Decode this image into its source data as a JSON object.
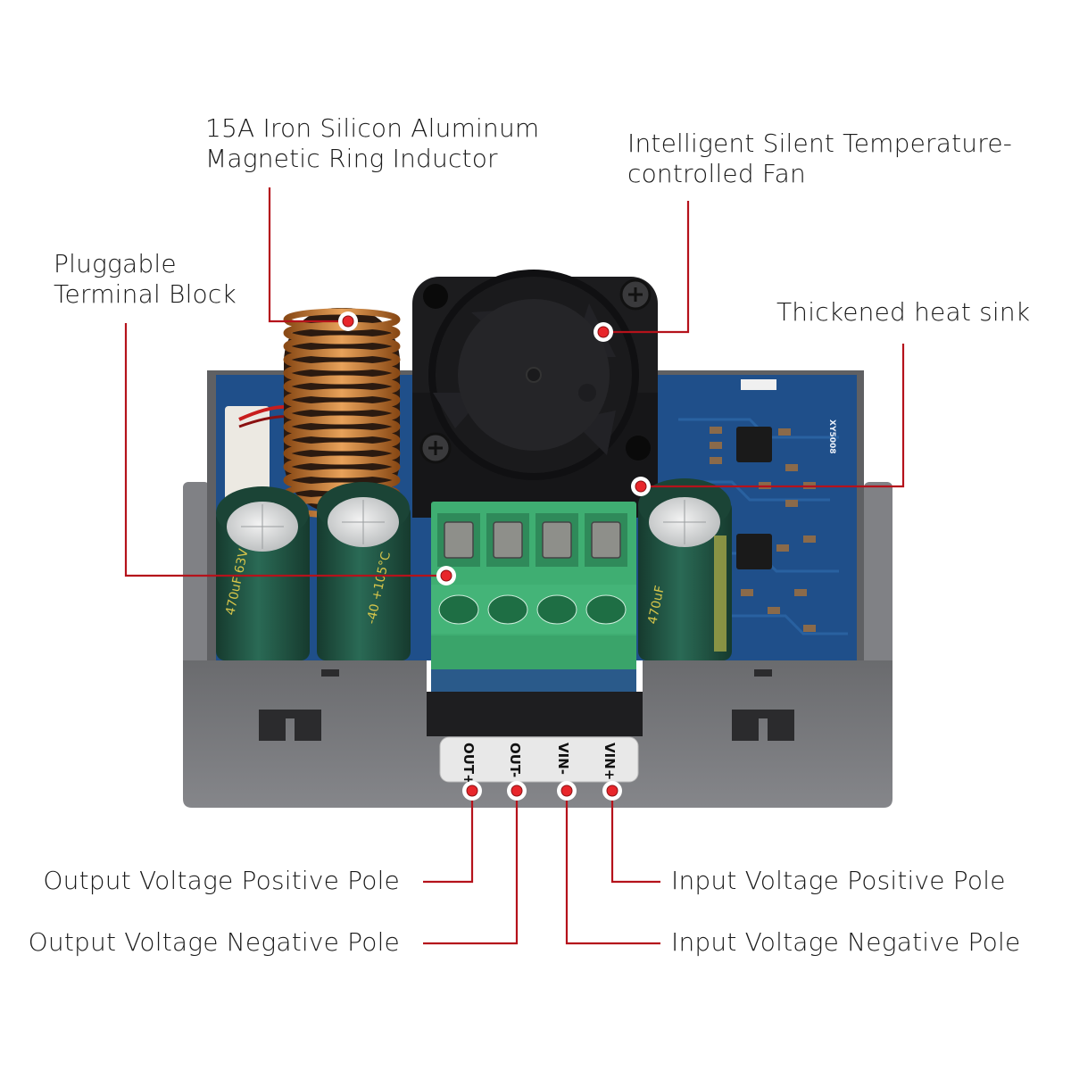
{
  "callouts": {
    "inductor": {
      "lines": [
        "15A Iron Silicon Aluminum",
        "Magnetic Ring Inductor"
      ]
    },
    "fan": {
      "lines": [
        "Intelligent Silent Temperature-",
        "controlled Fan"
      ]
    },
    "terminal_block": {
      "lines": [
        "Pluggable",
        "Terminal Block"
      ]
    },
    "heat_sink": {
      "lines": [
        "Thickened heat sink"
      ]
    },
    "out_pos": {
      "text": "Output Voltage Positive Pole"
    },
    "out_neg": {
      "text": "Output Voltage Negative Pole"
    },
    "vin_pos": {
      "text": "Input Voltage Positive Pole"
    },
    "vin_neg": {
      "text": "Input Voltage Negative Pole"
    }
  },
  "terminal_labels": [
    "OUT+",
    "OUT-",
    "VIN-",
    "VIN+"
  ],
  "pcb_model": "XY5008",
  "capacitors": {
    "left_1": "470uF 63V",
    "left_2": "-40 +105°C",
    "right": "470uF"
  },
  "colors": {
    "callout_line": "#b5121b",
    "marker_fill": "#e8262b",
    "housing": "#7a7b7e",
    "pcb": "#1f4f8a",
    "terminal_green": "#3fae72",
    "capacitor": "#1d4a3a",
    "copper": "#c9772e"
  }
}
